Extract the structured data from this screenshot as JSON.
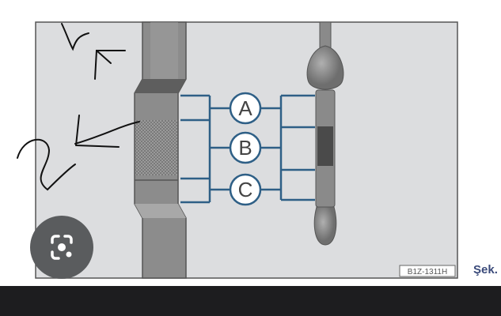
{
  "diagram": {
    "markers": [
      "A",
      "B",
      "C"
    ],
    "figure_code": "B1Z-1311H",
    "caption": "Şek."
  },
  "lens_button": {
    "icon": "google-lens-icon"
  },
  "colors": {
    "frame_bg": "#dcdddf",
    "line": "#2e5f86",
    "metal": "#8a8a8a",
    "dark": "#1e1e1e"
  }
}
